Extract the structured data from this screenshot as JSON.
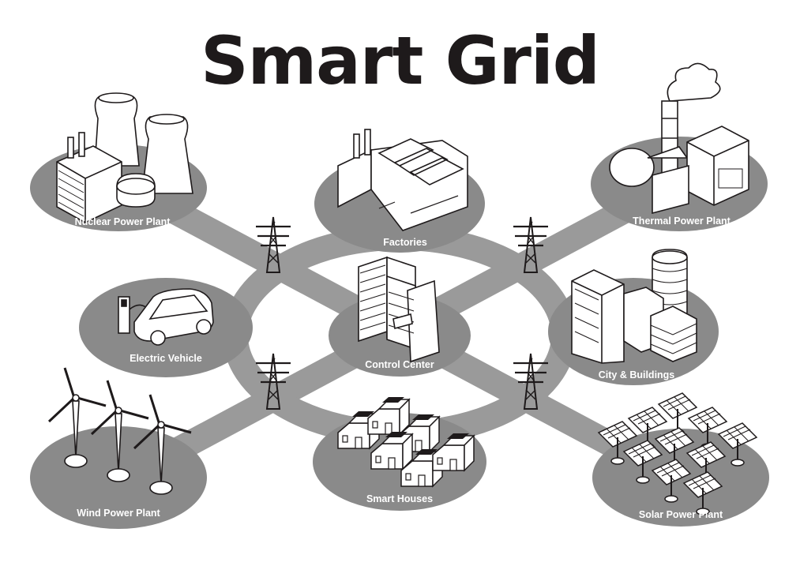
{
  "title": "Smart Grid",
  "colors": {
    "ink": "#1e1a1b",
    "disc": "#8a8a8a",
    "road": "#9a9a9a",
    "paper": "#ffffff",
    "label": "#ffffff"
  },
  "nodes": {
    "nuclear": {
      "label": "Nuclear Power Plant",
      "icon": "cooling-towers-icon"
    },
    "factories": {
      "label": "Factories",
      "icon": "factory-icon"
    },
    "thermal": {
      "label": "Thermal Power Plant",
      "icon": "smokestack-icon"
    },
    "ev": {
      "label": "Electric Vehicle",
      "icon": "car-charging-icon"
    },
    "control": {
      "label": "Control Center",
      "icon": "server-rack-icon"
    },
    "city": {
      "label": "City & Buildings",
      "icon": "buildings-icon"
    },
    "wind": {
      "label": "Wind Power Plant",
      "icon": "wind-turbine-icon"
    },
    "houses": {
      "label": "Smart Houses",
      "icon": "solar-house-icon"
    },
    "solar": {
      "label": "Solar Power Plant",
      "icon": "solar-panel-icon"
    }
  }
}
